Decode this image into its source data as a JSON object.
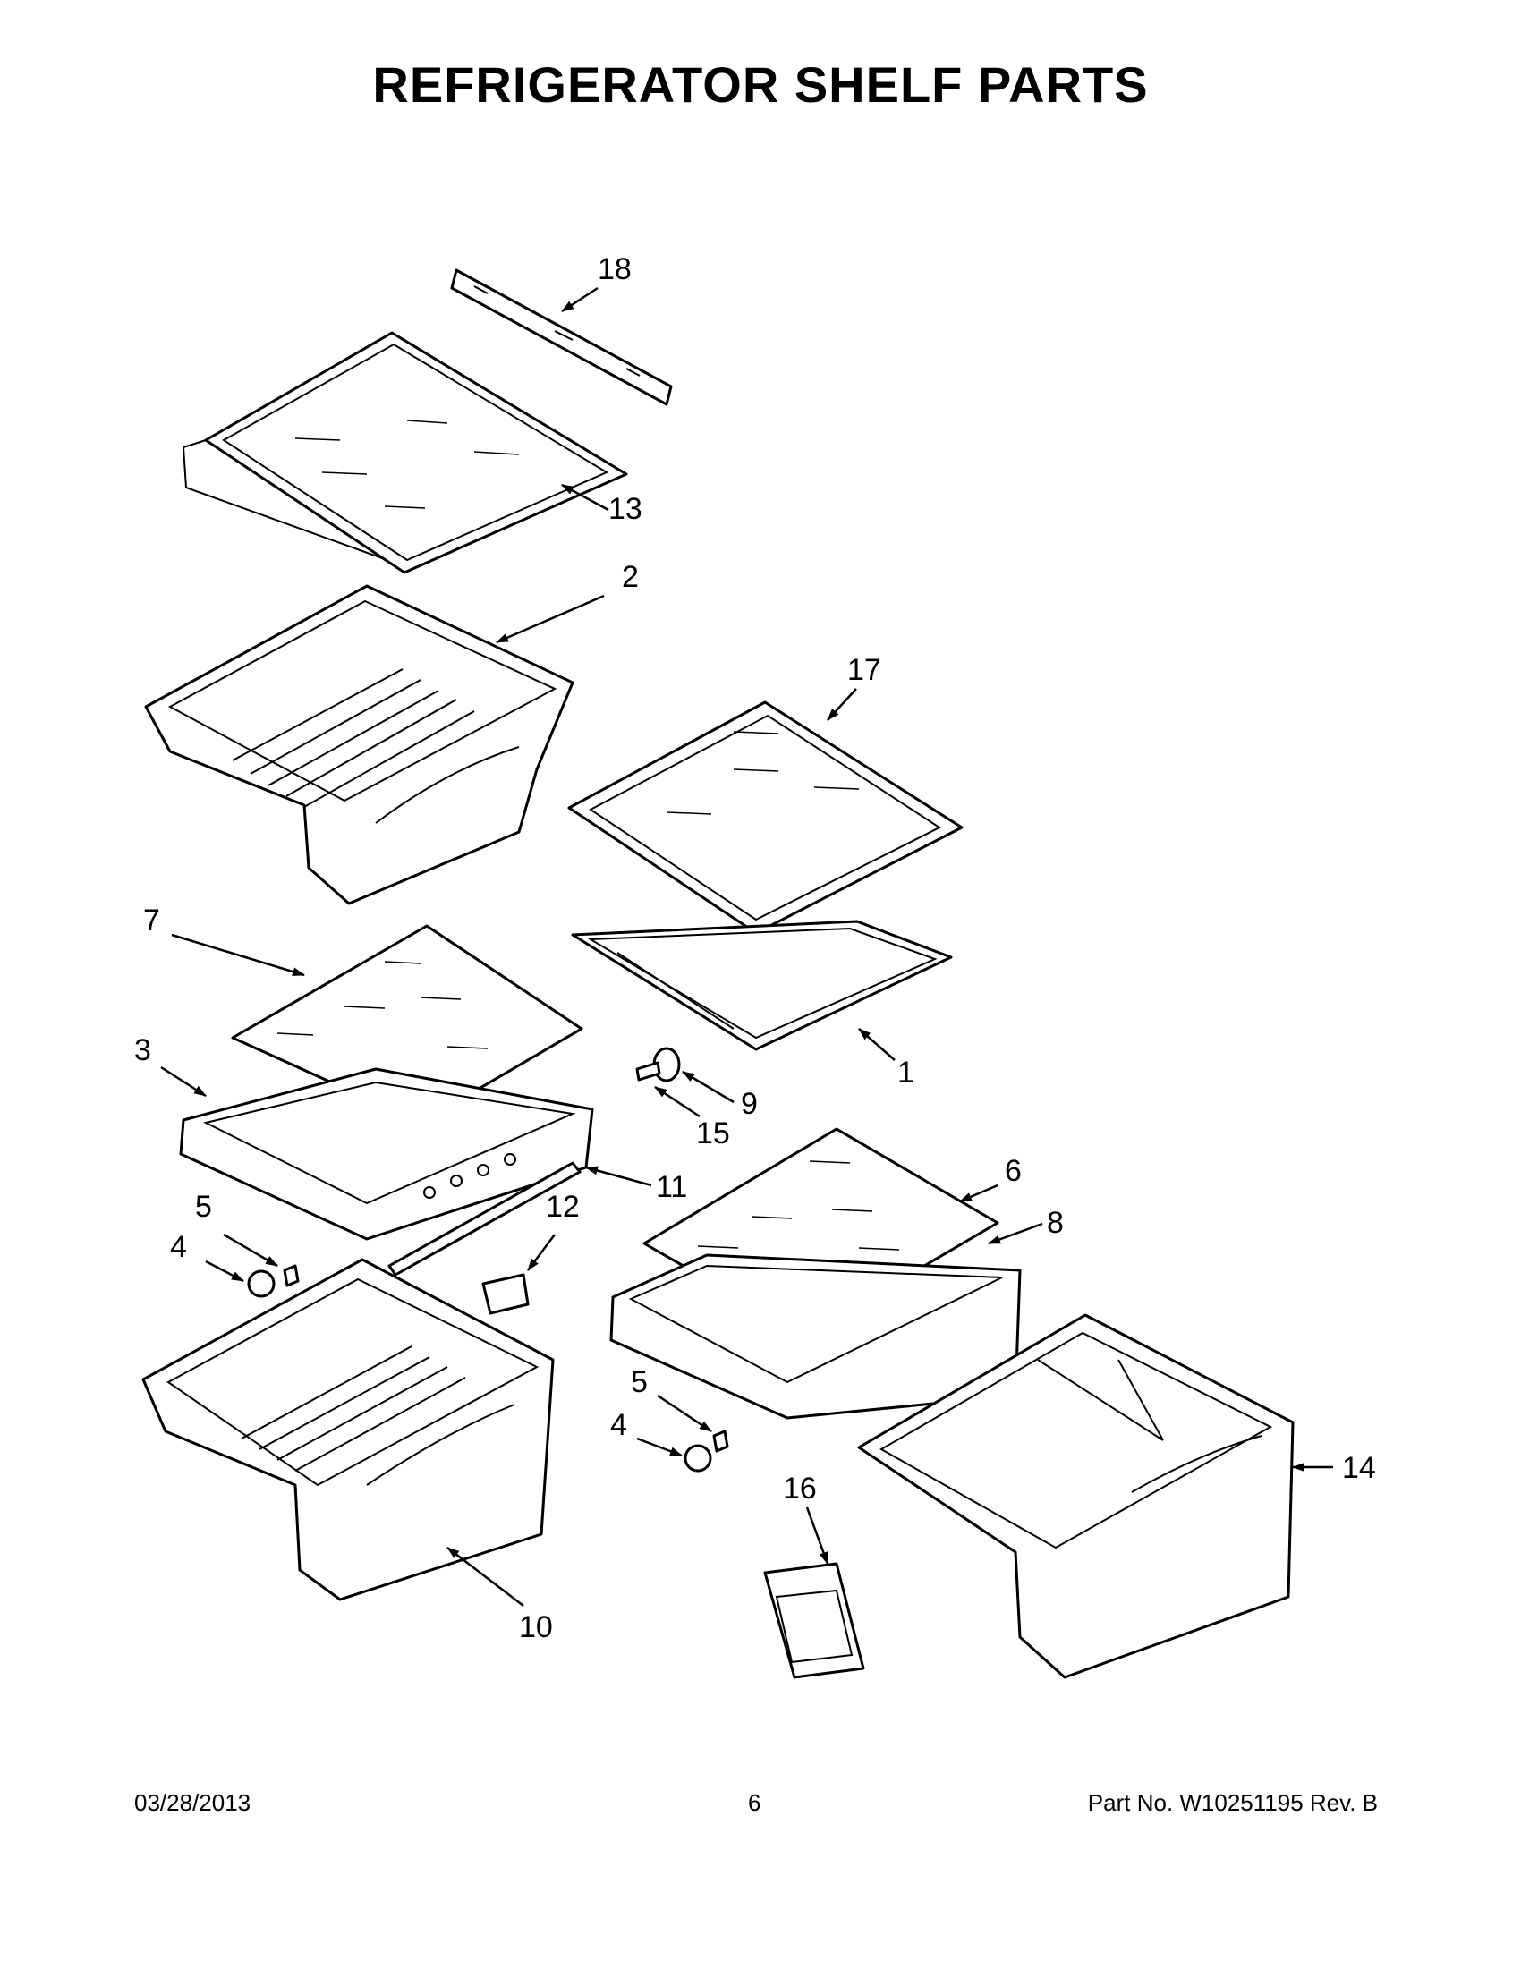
{
  "page": {
    "title": "REFRIGERATOR SHELF PARTS",
    "footer": {
      "date": "03/28/2013",
      "page_number": "6",
      "part_number": "Part No.  W10251195  Rev.  B"
    }
  },
  "callouts": [
    "18",
    "13",
    "2",
    "17",
    "7",
    "1",
    "3",
    "9",
    "15",
    "11",
    "12",
    "6",
    "5",
    "8",
    "4",
    "5",
    "4",
    "14",
    "16",
    "10"
  ]
}
